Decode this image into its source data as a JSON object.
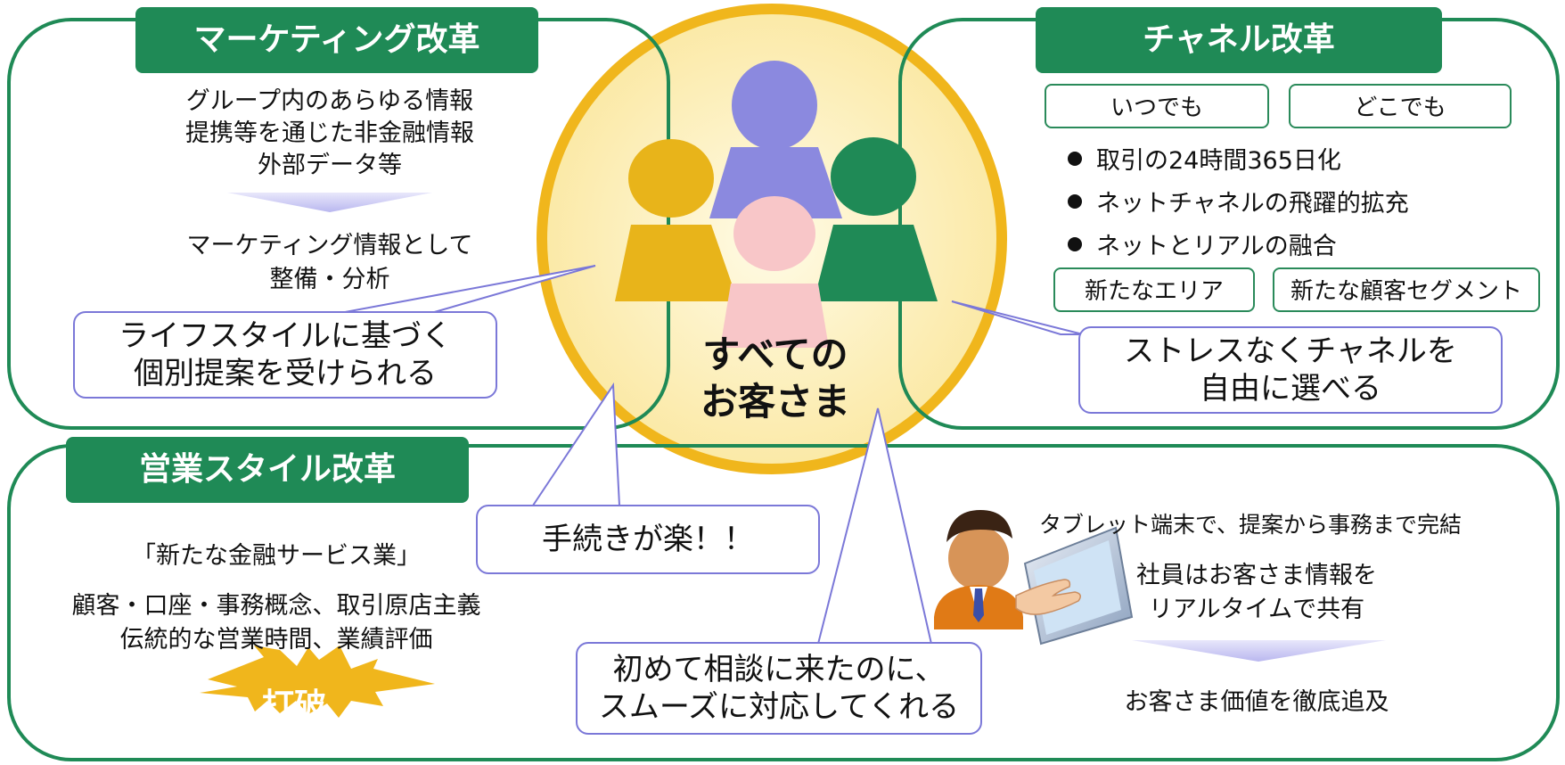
{
  "colors": {
    "green": "#1f8a56",
    "circle_yellow": "#f0b61c",
    "circle_fill": "#fdf3c4",
    "callout_border": "#7b78d8",
    "person_purple": "#8b89df",
    "person_gold": "#e8b41a",
    "person_green": "#1f8a56",
    "person_pink": "#f8c6c8"
  },
  "center": {
    "line1": "すべての",
    "line2": "お客さま"
  },
  "marketing": {
    "title": "マーケティング改革",
    "sources": [
      "グループ内のあらゆる情報",
      "提携等を通じた非金融情報",
      "外部データ等"
    ],
    "result": [
      "マーケティング情報として",
      "整備・分析"
    ],
    "benefit": [
      "ライフスタイルに基づく",
      "個別提案を受けられる"
    ]
  },
  "channel": {
    "title": "チャネル改革",
    "tags_top": [
      "いつでも",
      "どこでも"
    ],
    "bullets": [
      "取引の24時間365日化",
      "ネットチャネルの飛躍的拡充",
      "ネットとリアルの融合"
    ],
    "tags_bottom": [
      "新たなエリア",
      "新たな顧客セグメント"
    ],
    "benefit": [
      "ストレスなくチャネルを",
      "自由に選べる"
    ]
  },
  "sales": {
    "title": "営業スタイル改革",
    "concept": "「新たな金融サービス業」",
    "old_ways": [
      "顧客・口座・事務概念、取引原店主義",
      "伝統的な営業時間、業績評価"
    ],
    "burst": "打破",
    "tablet_head": "タブレット端末で、提案から事務まで完結",
    "share": [
      "社員はお客さま情報を",
      "リアルタイムで共有"
    ],
    "value": "お客さま価値を徹底追及",
    "benefit_easy": "手続きが楽！！",
    "benefit_smooth": [
      "初めて相談に来たのに、",
      "スムーズに対応してくれる"
    ]
  }
}
